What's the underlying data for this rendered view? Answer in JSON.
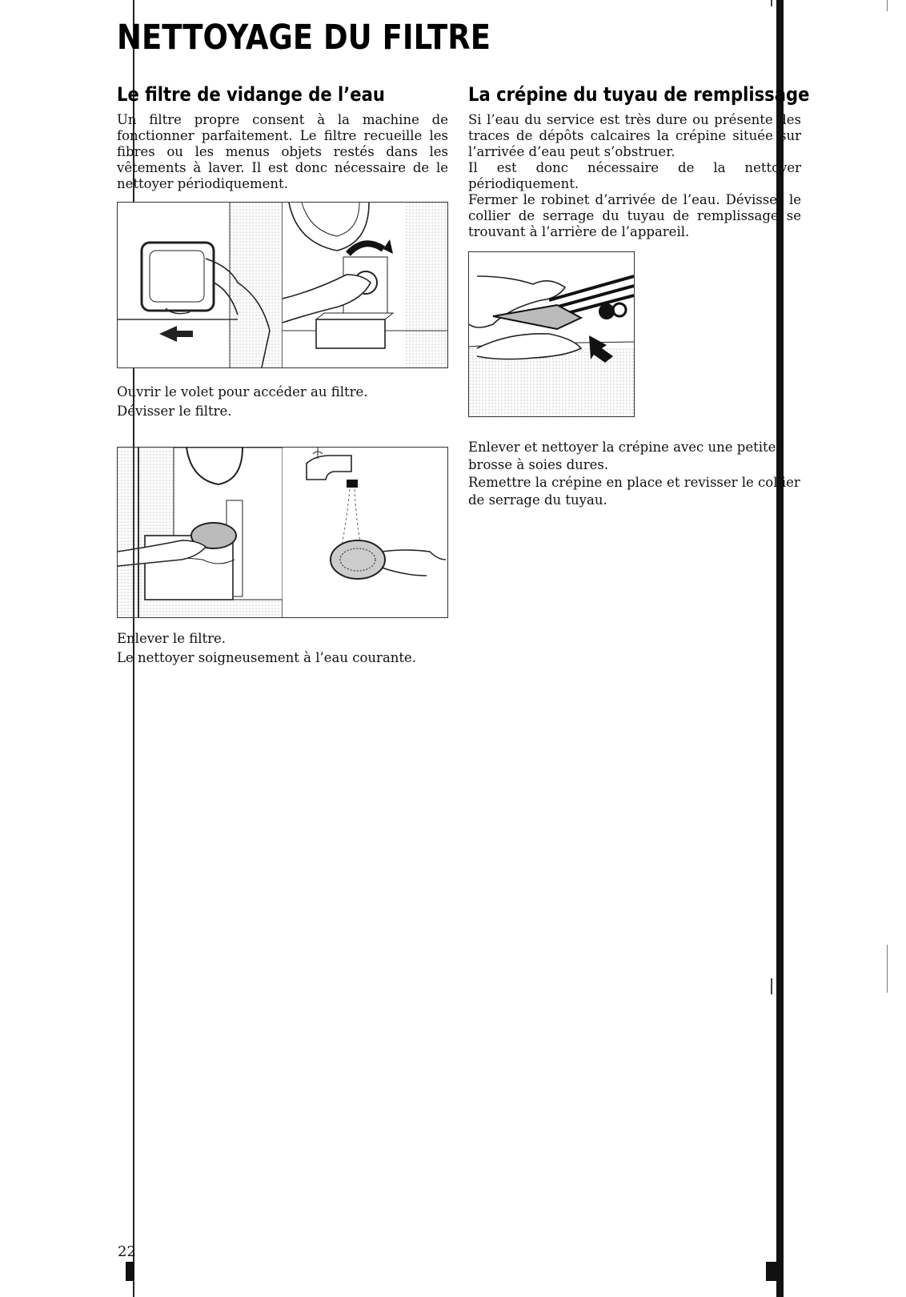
{
  "page": {
    "title": "NETTOYAGE DU FILTRE",
    "number": "22"
  },
  "left": {
    "heading": "Le filtre de vidange de l’eau",
    "intro": "Un filtre propre consent à la machine de fonctionner parfaitement. Le filtre recueille les fibres ou les menus objets restés dans les vêtements à laver. Il est donc nécessaire de le nettoyer périodiquement.",
    "caption_1_line_1": "Ouvrir le volet pour accéder au filtre.",
    "caption_1_line_2": "Dévisser le filtre.",
    "caption_2_line_1": "Enlever le filtre.",
    "caption_2_line_2": "Le nettoyer soigneusement à l’eau courante."
  },
  "right": {
    "heading": "La crépine du tuyau de remplissage",
    "para_1": "Si l’eau du service est très dure ou présente des traces de dépôts calcaires la crépine située sur l’arrivée d’eau peut s’obstruer.",
    "para_2": "Il est donc nécessaire de la nettoyer périodiquement.",
    "para_3": "Fermer le robinet d’arrivée de l’eau. Dévisser le collier de serrage du tuyau de remplissage se trouvant à l’arrière de l’appareil.",
    "caption_line_1": "Enlever et nettoyer la crépine avec une petite brosse à soies dures.",
    "caption_line_2": "Remettre la crépine en place et revisser le collier de serrage du tuyau."
  }
}
